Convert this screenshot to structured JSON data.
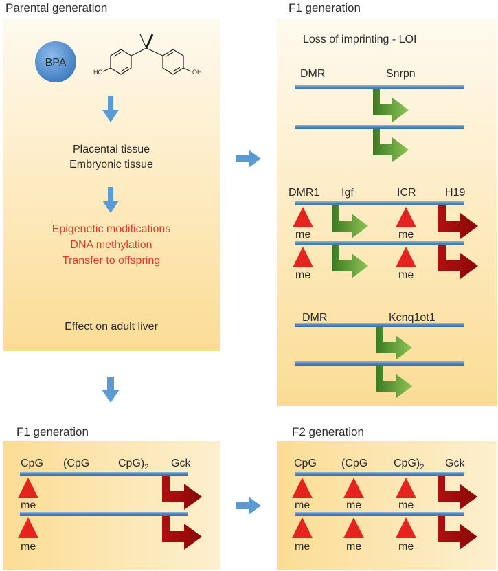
{
  "headers": {
    "parental": "Parental generation",
    "f1_top": "F1 generation",
    "f1_bottom": "F1 generation",
    "f2_bottom": "F2 generation"
  },
  "parental": {
    "bpa_label": "BPA",
    "oh_left": "HO",
    "oh_right": "OH",
    "tissue_line1": "Placental tissue",
    "tissue_line2": "Embryonic tissue",
    "epi_line1": "Epigenetic modifications",
    "epi_line2": "DNA methylation",
    "epi_line3": "Transfer to offspring",
    "effect": "Effect on adult liver"
  },
  "f1_top": {
    "title": "Loss of imprinting - LOI",
    "snrpn": {
      "dmr": "DMR",
      "gene": "Snrpn"
    },
    "igf": {
      "dmr1": "DMR1",
      "igf": "Igf",
      "icr": "ICR",
      "h19": "H19",
      "me": "me"
    },
    "kcnq": {
      "dmr": "DMR",
      "gene": "Kcnq1ot1"
    }
  },
  "f1_bottom": {
    "cpg1": "CpG",
    "cpg2": "(CpG",
    "cpg3": "CpG)",
    "sub": "2",
    "gene": "Gck",
    "me": "me"
  },
  "f2_bottom": {
    "cpg1": "CpG",
    "cpg2": "(CpG",
    "cpg3": "CpG)",
    "sub": "2",
    "gene": "Gck",
    "me": "me"
  },
  "colors": {
    "dna": "#5b8fc7",
    "green_arrow": "#5a9a2e",
    "red_arrow": "#b01515",
    "triangle": "#e52420",
    "flow_arrow": "#5a9bd5"
  }
}
